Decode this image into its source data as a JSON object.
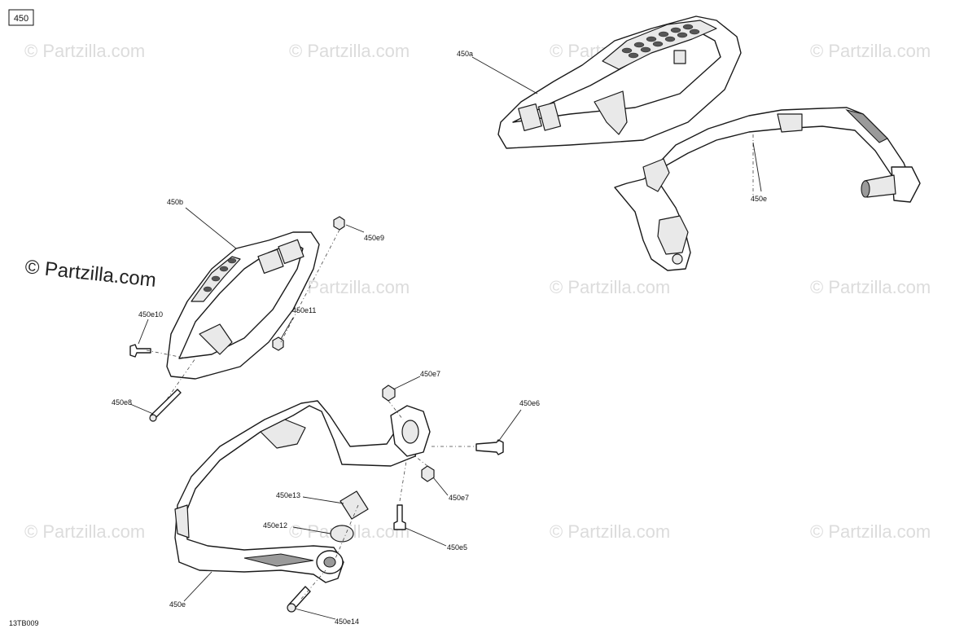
{
  "diagram_id": "450",
  "drawing_code": "13TB009",
  "watermark_text": "© Partzilla.com",
  "callouts": {
    "c_450a": "450a",
    "c_450b": "450b",
    "c_450e_top": "450e",
    "c_450e9": "450e9",
    "c_450e10": "450e10",
    "c_450e11": "450e11",
    "c_450e8": "450e8",
    "c_450e7_top": "450e7",
    "c_450e6": "450e6",
    "c_450e7_bottom": "450e7",
    "c_450e13": "450e13",
    "c_450e12": "450e12",
    "c_450e5": "450e5",
    "c_450e_bottom": "450e",
    "c_450e14": "450e14"
  }
}
